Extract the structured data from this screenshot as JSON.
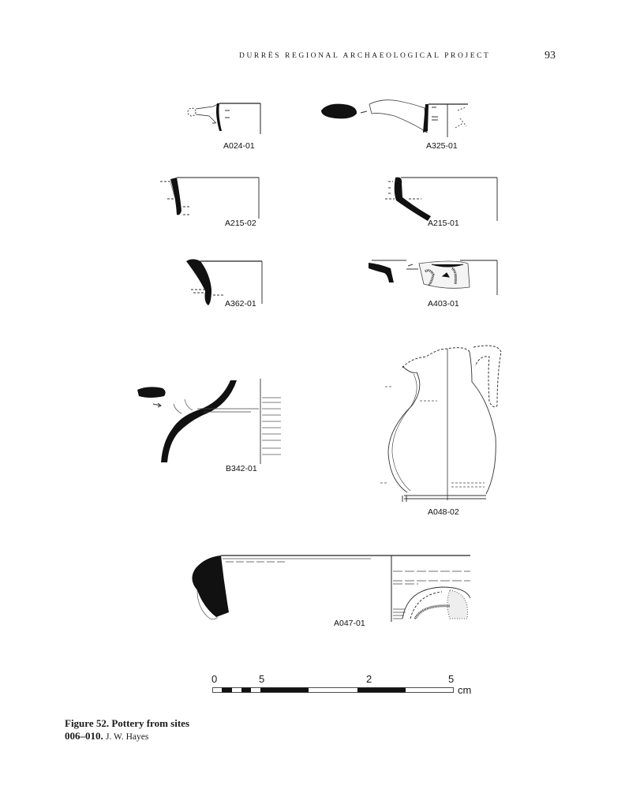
{
  "header": {
    "running_title": "Durrës Regional Archaeological Project",
    "page_number": "93"
  },
  "figures": [
    {
      "id": "A024-01"
    },
    {
      "id": "A325-01"
    },
    {
      "id": "A215-02"
    },
    {
      "id": "A215-01"
    },
    {
      "id": "A362-01"
    },
    {
      "id": "A403-01"
    },
    {
      "id": "B342-01"
    },
    {
      "id": "A048-02"
    },
    {
      "id": "A047-01"
    }
  ],
  "scale_bar": {
    "tick_labels": [
      "0",
      "5",
      "2",
      "5"
    ],
    "unit": "cm",
    "colors": {
      "dark": "#111111",
      "light": "#ffffff"
    }
  },
  "caption": {
    "title": "Figure 52. Pottery from sites",
    "title_line2": "006–010.",
    "author": "J. W. Hayes"
  }
}
